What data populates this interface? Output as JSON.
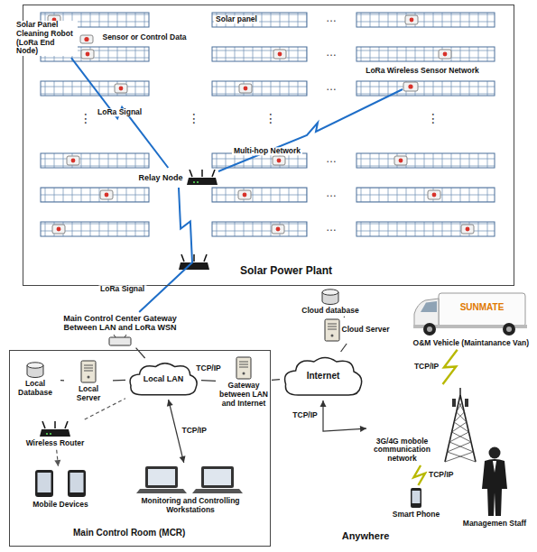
{
  "diagram": {
    "nodes": [
      {
        "text": [
          "Solar Power Plant"
        ]
      },
      {
        "text": [
          "Solar Panel Cleaning Robot (LoRa End Node)"
        ],
        "in": 0
      },
      {
        "text": [
          "Relay Node"
        ],
        "in": 0
      },
      {
        "text": [
          "Main Control Center Gateway Between LAN and LoRa WSN"
        ]
      },
      {
        "text": [
          "Main Control Room (MCR)"
        ]
      },
      {
        "text": [
          "Local Database"
        ],
        "in": 4
      },
      {
        "text": [
          "Local Server"
        ],
        "in": 4
      },
      {
        "text": [
          "Local LAN"
        ],
        "in": 4
      },
      {
        "text": [
          "Gateway between LAN and Internet"
        ],
        "in": 4
      },
      {
        "text": [
          "Wireless Router"
        ],
        "in": 4
      },
      {
        "text": [
          "Mobile Devices"
        ],
        "in": 4
      },
      {
        "text": [
          "Monitoring and Controlling Workstations"
        ],
        "in": 4
      },
      {
        "text": [
          "Internet"
        ]
      },
      {
        "text": [
          "Cloud database"
        ]
      },
      {
        "text": [
          "Cloud Server"
        ]
      },
      {
        "text": [
          "3G/4G mobole communication network"
        ]
      },
      {
        "text": [
          "O&M Vehicle (Maintanance Van)"
        ]
      },
      {
        "text": [
          "Smart Phone"
        ]
      },
      {
        "text": [
          "Managemen Staff"
        ]
      }
    ],
    "edges": [
      {
        "from": 1,
        "to": 2,
        "arrow": "none",
        "label": "LoRa Signal"
      },
      {
        "from": 2,
        "to": 3,
        "arrow": "none",
        "label": "LoRa Signal"
      },
      {
        "from": 3,
        "to": 7,
        "arrow": "none"
      },
      {
        "from": 5,
        "to": 6,
        "arrow": "none"
      },
      {
        "from": 6,
        "to": 7,
        "arrow": "none"
      },
      {
        "from": 7,
        "to": 8,
        "arrow": "none",
        "label": "TCP/IP"
      },
      {
        "from": 7,
        "to": 11,
        "arrow": "both",
        "label": "TCP/IP"
      },
      {
        "from": 9,
        "to": 7,
        "arrow": "none"
      },
      {
        "from": 9,
        "to": 10,
        "arrow": "to"
      },
      {
        "from": 8,
        "to": 12,
        "arrow": "none"
      },
      {
        "from": 13,
        "to": 14,
        "arrow": "none"
      },
      {
        "from": 14,
        "to": 12,
        "arrow": "none"
      },
      {
        "from": 12,
        "to": 15,
        "arrow": "both",
        "label": "TCP/IP"
      },
      {
        "from": 15,
        "to": 16,
        "arrow": "none",
        "label": "TCP/IP"
      },
      {
        "from": 15,
        "to": 17,
        "arrow": "none",
        "label": "TCP/IP"
      }
    ],
    "labels": [
      "Solar panel",
      "Sensor or Control Data",
      "LoRa Wireless Sensor Network",
      "Multi-hop Network",
      "SUNMATE",
      "Anywhere",
      "…",
      "…",
      "…",
      "…",
      "…",
      "…",
      "⋮",
      "⋮",
      "⋮",
      "⋮"
    ]
  }
}
